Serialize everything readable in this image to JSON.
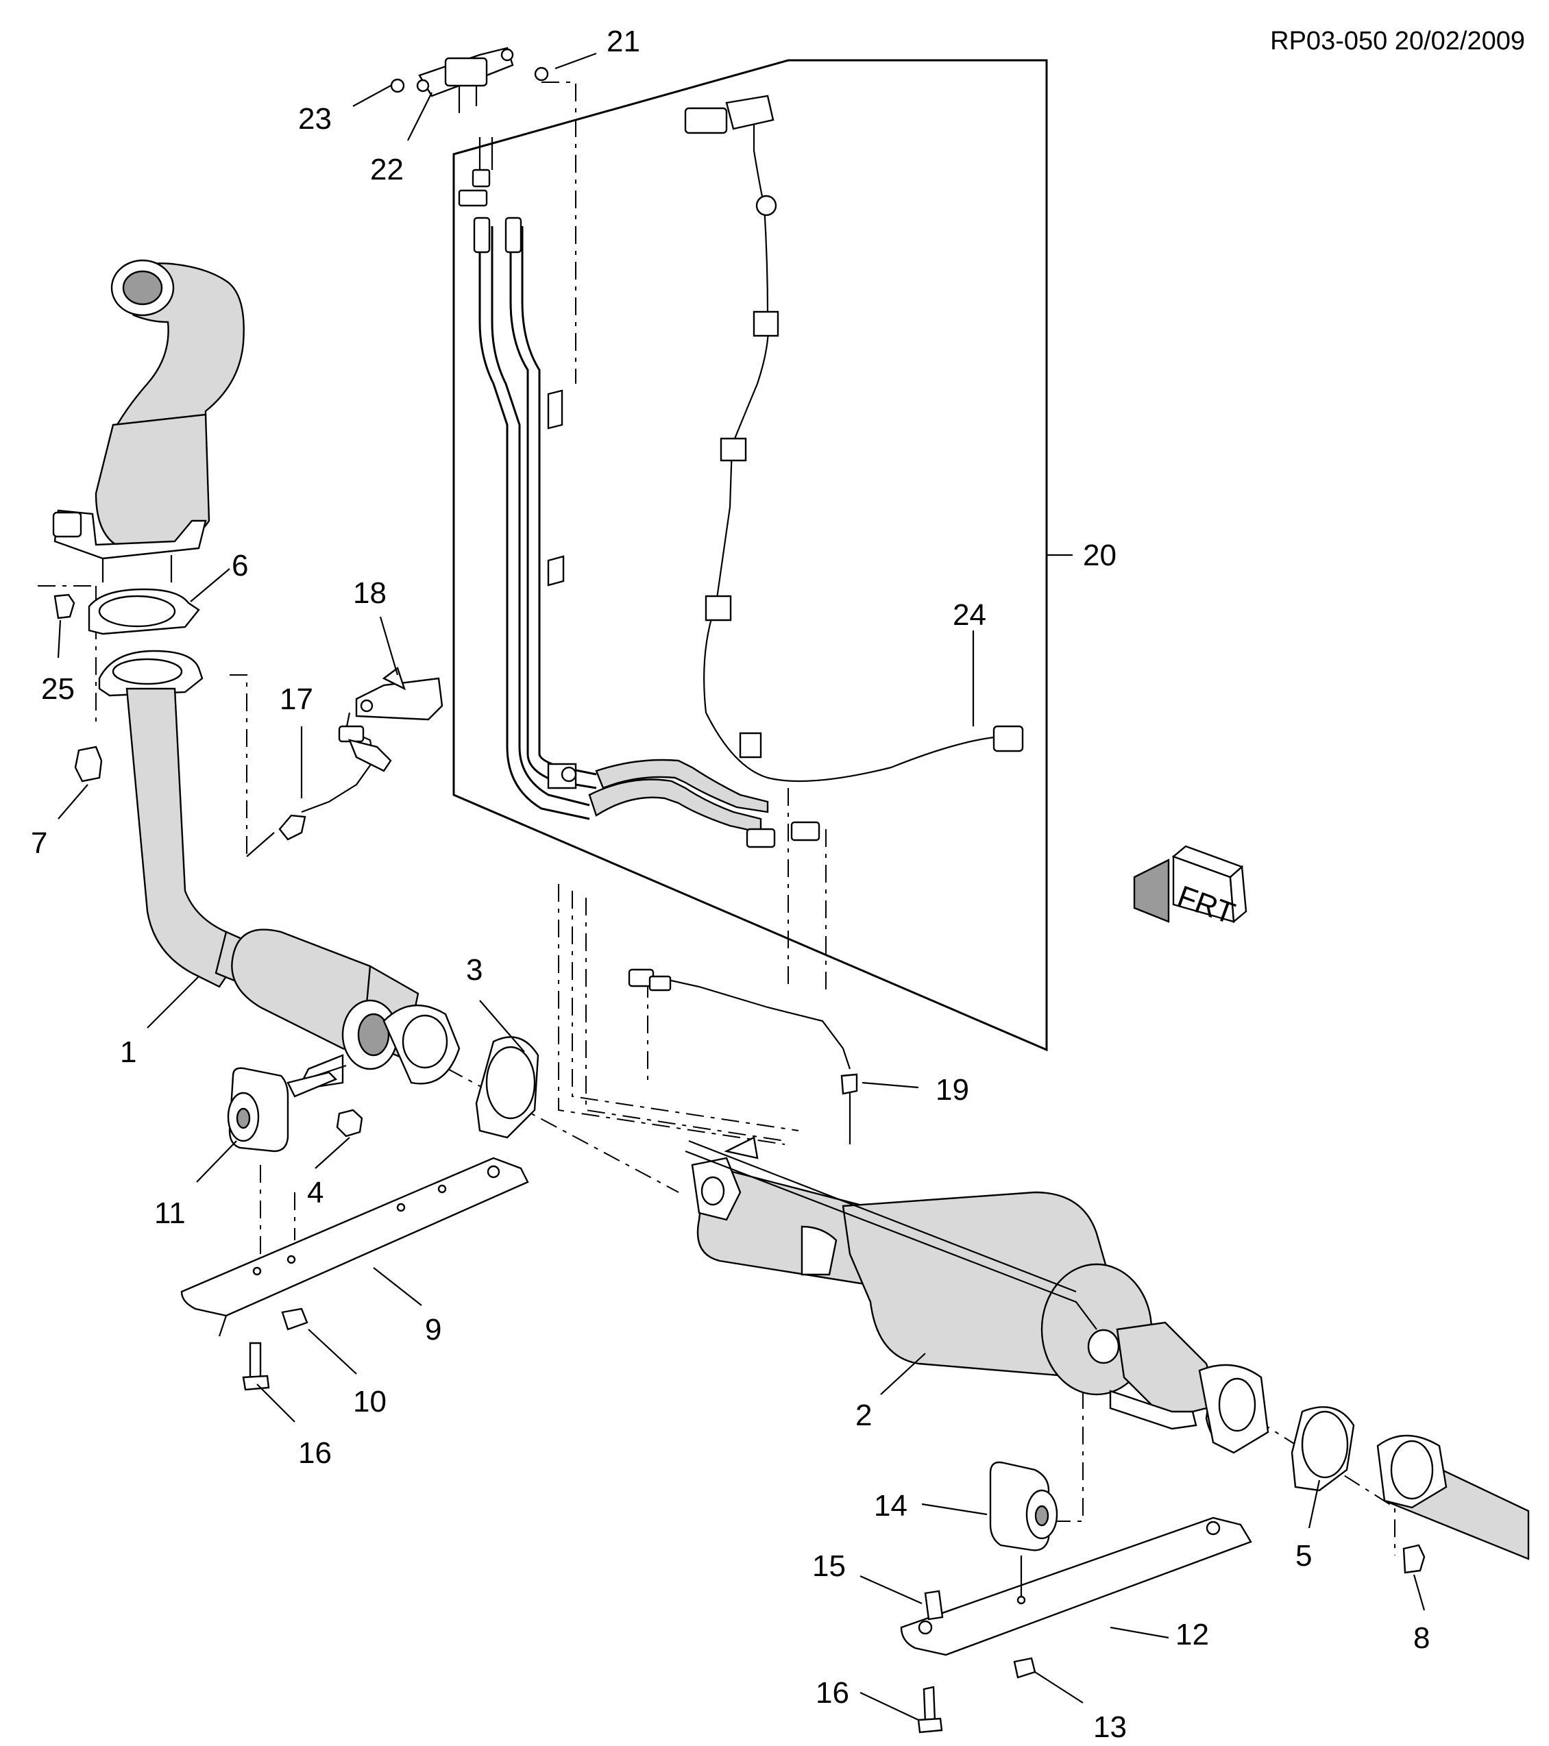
{
  "header": {
    "reference": "RP03-050 20/02/2009"
  },
  "callouts": [
    {
      "id": "1",
      "text": "1"
    },
    {
      "id": "2",
      "text": "2"
    },
    {
      "id": "3",
      "text": "3"
    },
    {
      "id": "4",
      "text": "4"
    },
    {
      "id": "5",
      "text": "5"
    },
    {
      "id": "6",
      "text": "6"
    },
    {
      "id": "7",
      "text": "7"
    },
    {
      "id": "8",
      "text": "8"
    },
    {
      "id": "9",
      "text": "9"
    },
    {
      "id": "10",
      "text": "10"
    },
    {
      "id": "11",
      "text": "11"
    },
    {
      "id": "12",
      "text": "12"
    },
    {
      "id": "13",
      "text": "13"
    },
    {
      "id": "14",
      "text": "14"
    },
    {
      "id": "15",
      "text": "15"
    },
    {
      "id": "16a",
      "text": "16"
    },
    {
      "id": "16b",
      "text": "16"
    },
    {
      "id": "17",
      "text": "17"
    },
    {
      "id": "18",
      "text": "18"
    },
    {
      "id": "19",
      "text": "19"
    },
    {
      "id": "20",
      "text": "20"
    },
    {
      "id": "21",
      "text": "21"
    },
    {
      "id": "22",
      "text": "22"
    },
    {
      "id": "23",
      "text": "23"
    },
    {
      "id": "24",
      "text": "24"
    },
    {
      "id": "25",
      "text": "25"
    }
  ],
  "direction_indicator": {
    "text": "FRT",
    "icon": "front-arrow-icon"
  }
}
